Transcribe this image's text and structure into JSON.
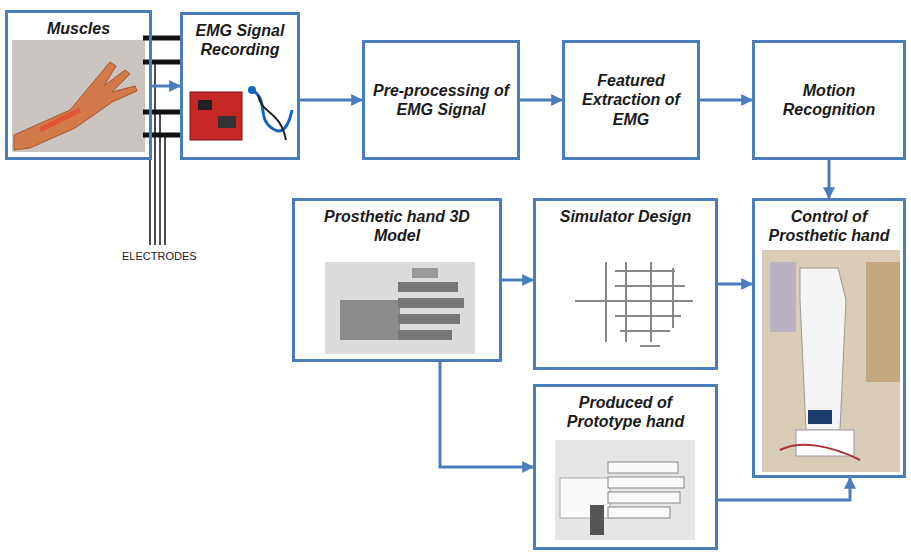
{
  "diagram": {
    "nodes": [
      {
        "text": [
          "Muscles"
        ]
      },
      {
        "text": [
          "EMG Signal Recording"
        ]
      },
      {
        "text": [
          "Pre-processing of EMG Signal"
        ]
      },
      {
        "text": [
          "Featured Extraction of EMG"
        ]
      },
      {
        "text": [
          "Motion Recognition"
        ]
      },
      {
        "text": [
          "Prosthetic hand 3D Model"
        ]
      },
      {
        "text": [
          "Simulator Design"
        ]
      },
      {
        "text": [
          "Control of Prosthetic hand"
        ]
      },
      {
        "text": [
          "Produced of Prototype hand"
        ]
      }
    ],
    "edges": [
      {
        "from": 0,
        "to": 1,
        "arrow": "to"
      },
      {
        "from": 1,
        "to": 2,
        "arrow": "to"
      },
      {
        "from": 2,
        "to": 3,
        "arrow": "to"
      },
      {
        "from": 3,
        "to": 4,
        "arrow": "to"
      },
      {
        "from": 4,
        "to": 7,
        "arrow": "to"
      },
      {
        "from": 5,
        "to": 6,
        "arrow": "to"
      },
      {
        "from": 6,
        "to": 7,
        "arrow": "to"
      },
      {
        "from": 5,
        "to": 8,
        "arrow": "to"
      },
      {
        "from": 8,
        "to": 7,
        "arrow": "to"
      }
    ],
    "labels": [
      "ELECTRODES"
    ]
  }
}
